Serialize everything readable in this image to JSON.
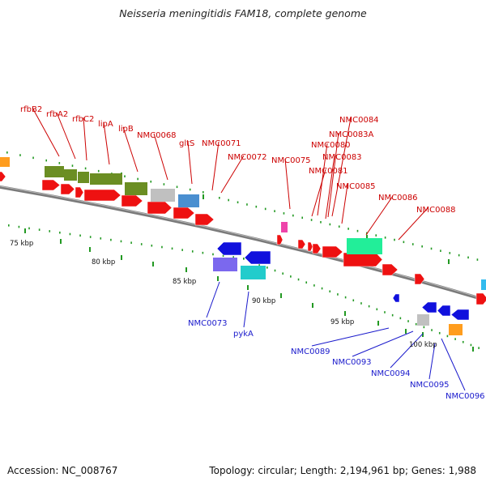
{
  "title": "Neisseria meningitidis FAM18, complete genome",
  "footer": {
    "accession": "Accession: NC_008767",
    "stats": "Topology: circular; Length: 2,194,961 bp; Genes: 1,988"
  },
  "colors": {
    "backbone": "#888888",
    "forward_gene": "#ee1111",
    "reverse_gene": "#1111dd",
    "forward_label": "#cc0000",
    "reverse_label": "#1a1acc",
    "tick": "#229922"
  },
  "scale_labels": [
    "75 kbp",
    "80 kbp",
    "85 kbp",
    "90 kbp",
    "95 kbp",
    "100 kbp"
  ],
  "forward_labels": [
    "rfbB2",
    "rfbA2",
    "rfbC2",
    "lipA",
    "lipB",
    "NMC0068",
    "gltS",
    "NMC0071",
    "NMC0072",
    "NMC0075",
    "NMC0084",
    "NMC0083A",
    "NMC0080",
    "NMC0083",
    "NMC0081",
    "NMC0085",
    "NMC0086",
    "NMC0088"
  ],
  "reverse_labels": [
    "NMC0073",
    "pykA",
    "NMC0089",
    "NMC0093",
    "NMC0094",
    "NMC0095",
    "NMC0096"
  ]
}
